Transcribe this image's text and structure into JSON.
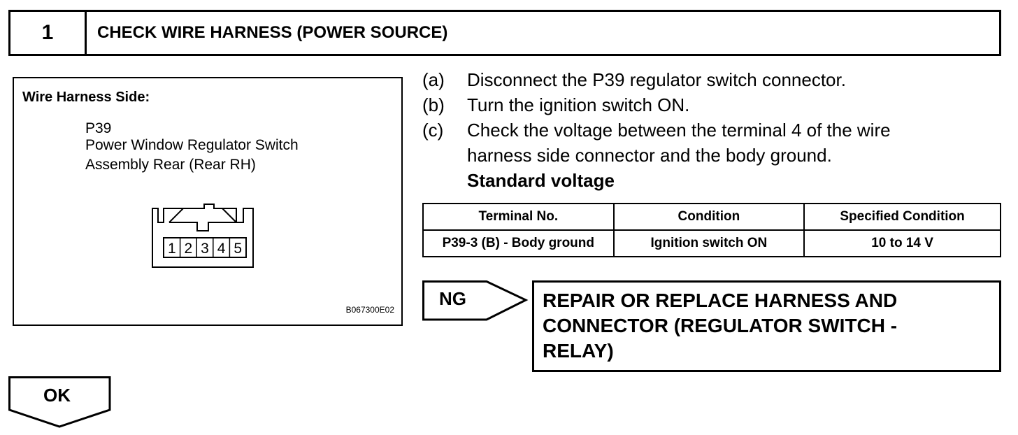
{
  "header": {
    "step_number": "1",
    "title": "CHECK WIRE HARNESS (POWER SOURCE)"
  },
  "figure": {
    "title": "Wire Harness Side:",
    "connector_code": "P39",
    "connector_name_line1": "Power Window Regulator Switch",
    "connector_name_line2": "Assembly Rear (Rear RH)",
    "pins": [
      "1",
      "2",
      "3",
      "4",
      "5"
    ],
    "figure_id": "B067300E02"
  },
  "instructions": [
    {
      "label": "(a)",
      "text": "Disconnect the P39 regulator switch connector."
    },
    {
      "label": "(b)",
      "text": "Turn the ignition switch ON."
    },
    {
      "label": "(c)",
      "text": "Check the voltage between the terminal 4 of the wire"
    }
  ],
  "instruction_c_continued": "harness side connector and the body ground.",
  "standard_heading": "Standard voltage",
  "spec_table": {
    "headers": [
      "Terminal No.",
      "Condition",
      "Specified Condition"
    ],
    "rows": [
      [
        "P39-3 (B) - Body ground",
        "Ignition switch ON",
        "10 to 14 V"
      ]
    ]
  },
  "ng": {
    "label": "NG",
    "action_line1": "REPAIR OR REPLACE HARNESS AND",
    "action_line2": "CONNECTOR (REGULATOR SWITCH -",
    "action_line3": "RELAY)"
  },
  "ok": {
    "label": "OK"
  }
}
